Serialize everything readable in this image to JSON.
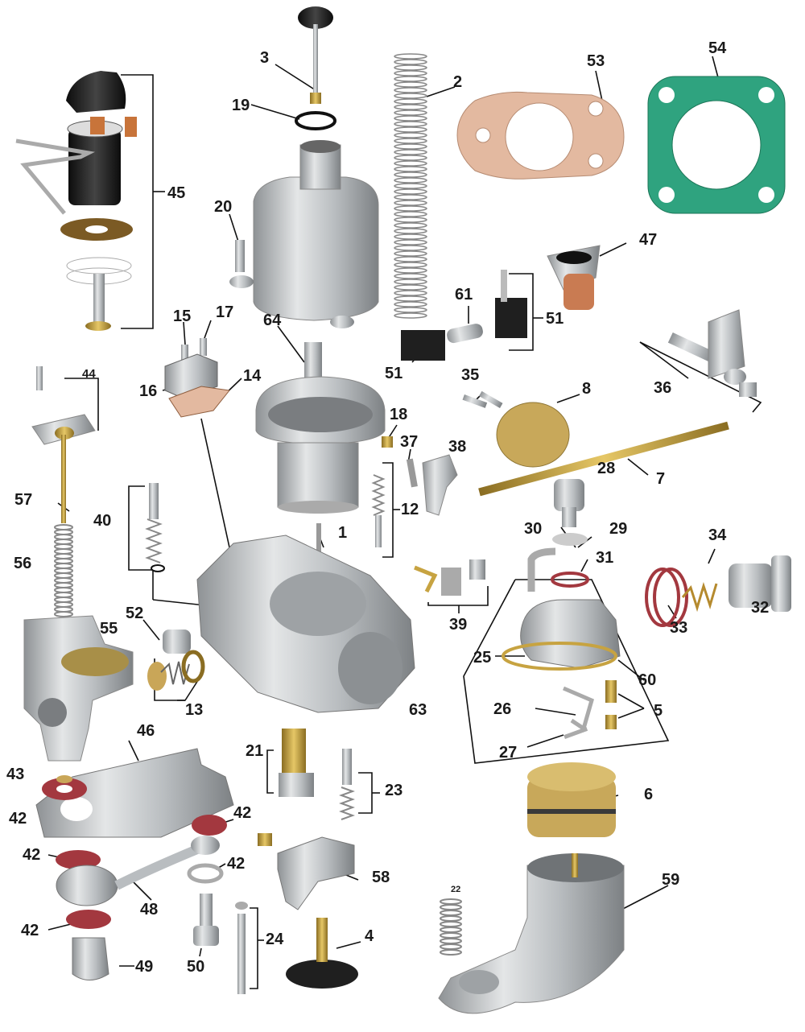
{
  "labels": {
    "p1": "1",
    "p2": "2",
    "p3": "3",
    "p4": "4",
    "p5": "5",
    "p6": "6",
    "p7": "7",
    "p8": "8",
    "p12": "12",
    "p13": "13",
    "p14": "14",
    "p15": "15",
    "p16": "16",
    "p17": "17",
    "p18": "18",
    "p19": "19",
    "p20": "20",
    "p21": "21",
    "p22": "22",
    "p23": "23",
    "p24": "24",
    "p25": "25",
    "p26": "26",
    "p27": "27",
    "p28": "28",
    "p29": "29",
    "p30": "30",
    "p31": "31",
    "p32": "32",
    "p33": "33",
    "p34": "34",
    "p35": "35",
    "p36": "36",
    "p37": "37",
    "p38": "38",
    "p39": "39",
    "p40": "40",
    "p42a": "42",
    "p42b": "42",
    "p42c": "42",
    "p42d": "42",
    "p42e": "42",
    "p43": "43",
    "p44": "44",
    "p45": "45",
    "p46": "46",
    "p47": "47",
    "p48": "48",
    "p49": "49",
    "p50": "50",
    "p51a": "51",
    "p51b": "51",
    "p52": "52",
    "p53": "53",
    "p54": "54",
    "p55": "55",
    "p56": "56",
    "p57": "57",
    "p58": "58",
    "p59": "59",
    "p60": "60",
    "p61": "61",
    "p63": "63",
    "p64": "64"
  },
  "colors": {
    "gasket_green": "#2fa37f",
    "gasket_tan": "#e3b9a0",
    "aluminium": "#c9ccce",
    "brass": "#c7a341",
    "fibre_washer": "#a3383f",
    "black_cap": "#1f1f1f"
  }
}
